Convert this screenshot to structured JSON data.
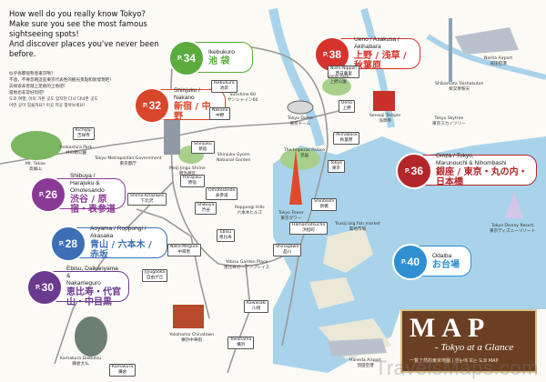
{
  "intro": {
    "lines": [
      "How well do you really know Tokyo?",
      "Make sure you see the most famous",
      "sightseeing spots!",
      "And discover places you've never been",
      "before."
    ],
    "sub_lines": [
      "似乎係都很熟悉東京嗎？",
      "不過，不要忽略這些東京代表性的觀光景點和新發現吧！",
      "去探索未曾踏上足跡的土地吧！",
      "當地也非常好玩吧！",
      "도쿄 여행, 이미 가본 곳도 있지만 다시 다녀본 곳도",
      "어떤 곳이 있을까요? 이곳 저곳 찾아보세요!"
    ]
  },
  "areas": [
    {
      "page": "34",
      "p": "P.",
      "en": "Ikebukuro",
      "jp": "池 袋",
      "color": "#5bab3d"
    },
    {
      "page": "38",
      "p": "P.",
      "en": "Ueno / Asakusa / Akihabara",
      "jp": "上野 / 浅草 / 秋葉原",
      "color": "#d7322b"
    },
    {
      "page": "32",
      "p": "P.",
      "en": "Shinjuku / Nakano",
      "jp": "新宿 / 中野",
      "color": "#d9472b"
    },
    {
      "page": "36",
      "p": "P.",
      "en": "Ginza / Tokyo,\nMarunouchi & Nihombashi",
      "jp": "銀座 / 東京・丸の内・日本橋",
      "color": "#b3262b"
    },
    {
      "page": "26",
      "p": "P.",
      "en": "Shibuya / Harajuku &\nOmotesando",
      "jp": "渋谷 / 原宿・表参道",
      "color": "#8a3a96"
    },
    {
      "page": "28",
      "p": "P.",
      "en": "Aoyama / Roppongi / Akasaka",
      "jp": "青山 / 六本木 / 赤坂",
      "color": "#3c6fb6"
    },
    {
      "page": "40",
      "p": "P.",
      "en": "Odaiba",
      "jp": "お台場",
      "color": "#2f8fd1"
    },
    {
      "page": "30",
      "p": "P.",
      "en": "Ebisu, Daikanyama &\nNakameguro",
      "jp": "恵比寿・代官山・中目黒",
      "color": "#6b3a8f"
    }
  ],
  "stations": [
    "Ikebukuro\n池袋",
    "Nishi-Nippori\n西日暮里",
    "Ueno\n上野",
    "Akihabara\n秋葉原",
    "Tokyo\n東京",
    "Shinjuku\n新宿",
    "Kichijoji\n吉祥寺",
    "Harajuku\n原宿",
    "Shibuya\n渋谷",
    "Ebisu\n恵比寿",
    "Shinagawa\n品川",
    "Hamamatsucho\n浜松町",
    "Shinbashi\n新橋",
    "Shimo-Kitazawa\n下北沢",
    "Naka-Meguro\n中目黒",
    "Jiyugaoka\n自由が丘",
    "Kawasaki\n川崎",
    "Yokohama\n横浜",
    "Kamakura\n鎌倉",
    "Nakano\n中野",
    "Omotesando\n表参道"
  ],
  "landmarks": [
    "Tokyo Skytree\n東京スカイツリー",
    "Tokyo Tower\n東京タワー",
    "The Imperial Palace\n皇居",
    "Meiji Jingu Shrine\n明治神宮",
    "Shinjuku Gyoen\nNational Garden",
    "Tokyo Metropolitan Government\n東京都庁",
    "Mt. Takao\n高尾山",
    "Inokashira Park\n井の頭公園",
    "Ueno Park\n上野公園",
    "Tokyo Dome\n東京ドーム",
    "Sensoji Temple\n浅草寺",
    "Roppongi Hills\n六本木ヒルズ",
    "Tsukiji big fish market\n築地市場",
    "Tokyo Disney Resort\n東京ディズニーリゾート",
    "Narita Airport\n成田空港",
    "Haneda Airport\n羽田空港",
    "Kamakura Daibutsu\n鎌倉大仏",
    "Yokohama Chinatown\n横浜中華街",
    "Shibamata Taishakuten\n柴又帝釈天",
    "Sunshine 60\nサンシャイン60",
    "Yebisu Garden Place\n恵比寿ガーデンプレイス"
  ],
  "title": {
    "big": "MAP",
    "sub": "- Tokyo at a Glance",
    "multi": "一覧了然的東京地圖 | 한눈에 보는 도쿄 MAP"
  },
  "watermark": "TravelsMaps.com",
  "colors": {
    "water": "#a9d3ea",
    "land": "#fbfaf4",
    "rail": "#9a9a9a",
    "title_bg": "#6a3f24"
  }
}
